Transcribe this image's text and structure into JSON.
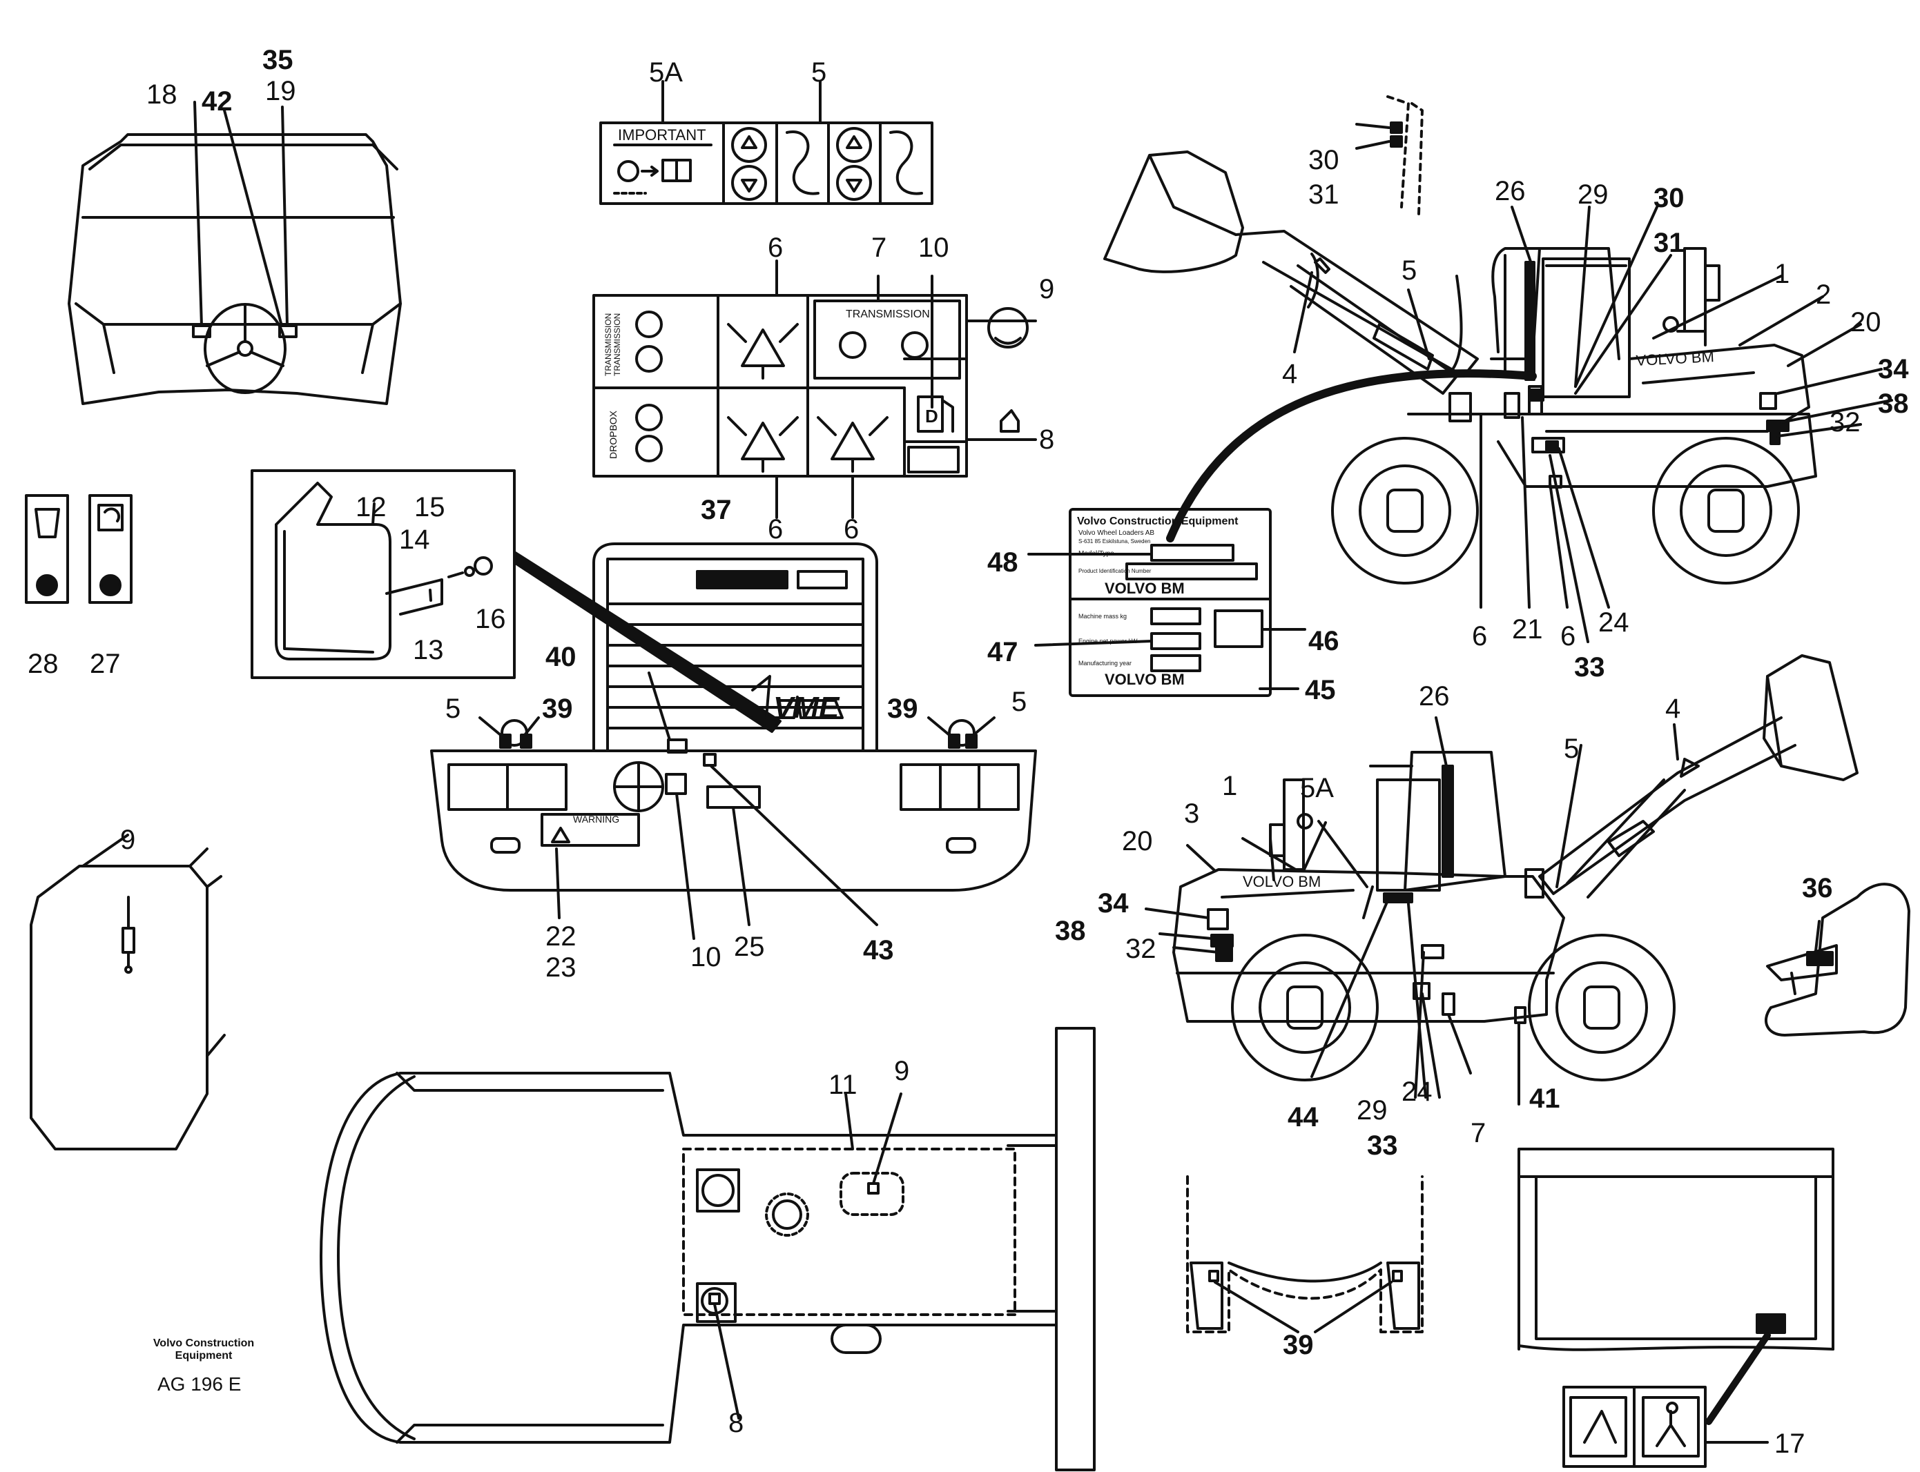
{
  "decal_panels": {
    "important": "IMPORTANT",
    "transmission_label": "TRANSMISSION",
    "transmission_side_a": "TRANSMISSION",
    "transmission_side_b": "TRANSMISSION",
    "dropbox": "DROPBOX",
    "fuel_letter": "D",
    "warning": "WARNING"
  },
  "brand": {
    "volvo_bm": "VOLVO BM",
    "vme": "VME"
  },
  "data_plate": {
    "header": "Volvo Construction Equipment",
    "company": "Volvo Wheel Loaders AB",
    "address": "S-631 85 Eskilstuna, Sweden",
    "model_type": "Model/Type",
    "product_id": "Product Identification Number",
    "machine_mass": "Machine mass kg",
    "engine_power": "Engine net power kW",
    "manufacturing_year": "Manufacturing year",
    "footer_brand": "VOLVO BM"
  },
  "callouts": {
    "c1": "1",
    "c2": "2",
    "c3": "3",
    "c4": "4",
    "c5": "5",
    "c5A": "5A",
    "c6": "6",
    "c7": "7",
    "c8": "8",
    "c9": "9",
    "c10": "10",
    "c11": "11",
    "c12": "12",
    "c13": "13",
    "c14": "14",
    "c15": "15",
    "c16": "16",
    "c17": "17",
    "c18": "18",
    "c19": "19",
    "c20": "20",
    "c21": "21",
    "c22": "22",
    "c23": "23",
    "c24": "24",
    "c25": "25",
    "c26": "26",
    "c27": "27",
    "c28": "28",
    "c29": "29",
    "c30": "30",
    "c31": "31",
    "c32": "32",
    "c33": "33",
    "c34": "34",
    "c35": "35",
    "c36": "36",
    "c37": "37",
    "c38": "38",
    "c39": "39",
    "c40": "40",
    "c41": "41",
    "c42": "42",
    "c43": "43",
    "c44": "44",
    "c45": "45",
    "c46": "46",
    "c47": "47",
    "c48": "48"
  },
  "footer": {
    "company_line1": "Volvo Construction",
    "company_line2": "Equipment",
    "code": "AG 196 E"
  }
}
